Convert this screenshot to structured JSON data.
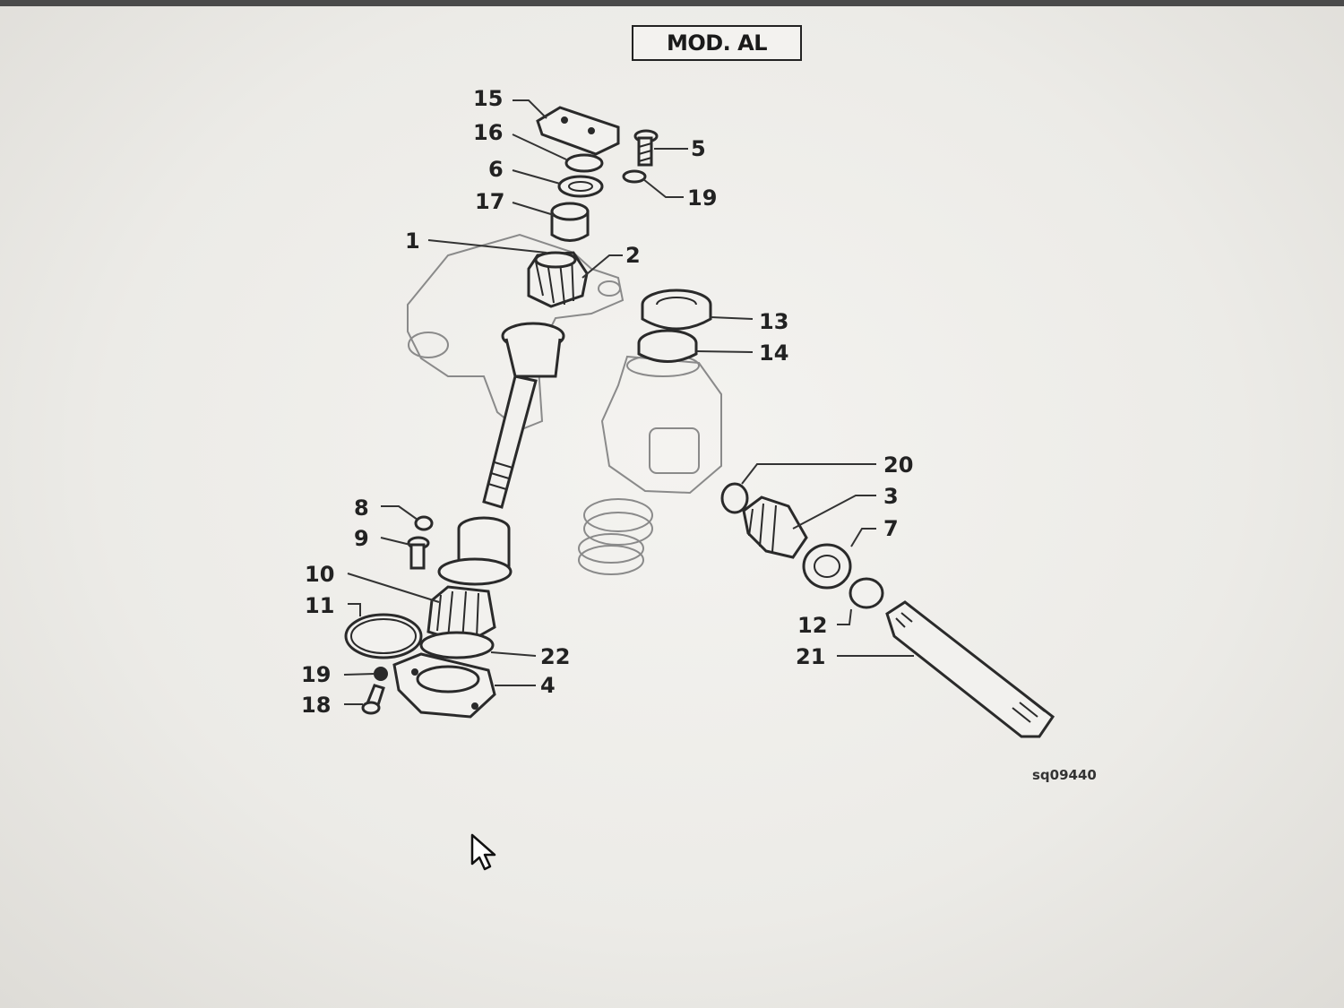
{
  "header": {
    "model_label": "MOD. AL"
  },
  "callouts": [
    {
      "id": "c15",
      "label": "15"
    },
    {
      "id": "c16",
      "label": "16"
    },
    {
      "id": "c6",
      "label": "6"
    },
    {
      "id": "c17",
      "label": "17"
    },
    {
      "id": "c1",
      "label": "1"
    },
    {
      "id": "c2",
      "label": "2"
    },
    {
      "id": "c5",
      "label": "5"
    },
    {
      "id": "c19a",
      "label": "19"
    },
    {
      "id": "c13",
      "label": "13"
    },
    {
      "id": "c14",
      "label": "14"
    },
    {
      "id": "c20",
      "label": "20"
    },
    {
      "id": "c3",
      "label": "3"
    },
    {
      "id": "c7",
      "label": "7"
    },
    {
      "id": "c12",
      "label": "12"
    },
    {
      "id": "c21",
      "label": "21"
    },
    {
      "id": "c8",
      "label": "8"
    },
    {
      "id": "c9",
      "label": "9"
    },
    {
      "id": "c10",
      "label": "10"
    },
    {
      "id": "c11",
      "label": "11"
    },
    {
      "id": "c22",
      "label": "22"
    },
    {
      "id": "c19b",
      "label": "19"
    },
    {
      "id": "c4",
      "label": "4"
    },
    {
      "id": "c18",
      "label": "18"
    }
  ],
  "footer": {
    "drawing_code": "sq09440"
  },
  "colors": {
    "background": "#ecebe7",
    "ink": "#222222",
    "ghost": "#8a8a8a"
  },
  "icons": {
    "cursor": "mouse-pointer-icon"
  }
}
